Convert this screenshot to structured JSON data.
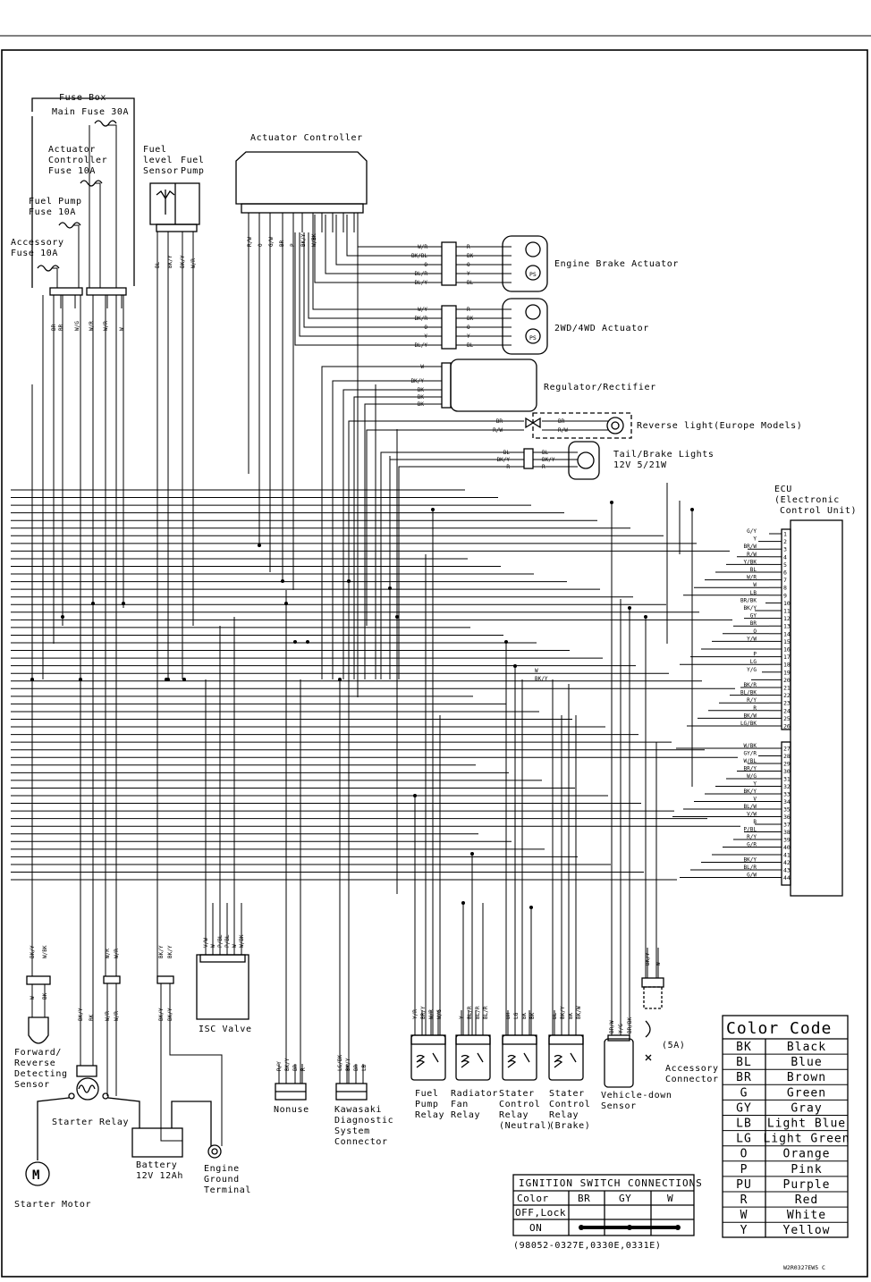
{
  "labels": {
    "fuse_box": "Fuse Box",
    "main_fuse": "Main Fuse 30A",
    "actuator_fuse": [
      "Actuator",
      "Controller",
      "Fuse 10A"
    ],
    "fuel_pump_fuse": [
      "Fuel Pump",
      "Fuse 10A"
    ],
    "accessory_fuse": [
      "Accessory",
      "Fuse 10A"
    ],
    "fuel_level": [
      "Fuel",
      "level",
      "Sensor"
    ],
    "fuel_pump": [
      "Fuel",
      "Pump"
    ],
    "actuator_controller": "Actuator Controller",
    "engine_brake": "Engine Brake Actuator",
    "wd_actuator": "2WD/4WD Actuator",
    "regulator": "Regulator/Rectifier",
    "reverse_light": "Reverse light(Europe Models)",
    "tail_brake": [
      "Tail/Brake Lights",
      "12V 5/21W"
    ],
    "ecu": [
      "ECU",
      "(Electronic",
      "Control Unit)"
    ],
    "forward_reverse": [
      "Forward/",
      "Reverse",
      "Detecting",
      "Sensor"
    ],
    "starter_relay": "Starter Relay",
    "starter_motor": "Starter Motor",
    "battery": [
      "Battery",
      "12V 12Ah"
    ],
    "engine_ground": [
      "Engine",
      "Ground",
      "Terminal"
    ],
    "isc_valve": "ISC Valve",
    "nonuse": "Nonuse",
    "kawasaki_diag": [
      "Kawasaki",
      "Diagnostic",
      "System",
      "Connector"
    ],
    "fuel_pump_relay": [
      "Fuel",
      "Pump",
      "Relay"
    ],
    "radiator_fan_relay": [
      "Radiator",
      "Fan",
      "Relay"
    ],
    "stater_neutral": [
      "Stater",
      "Control",
      "Relay",
      "(Neutral)"
    ],
    "stater_brake": [
      "Stater",
      "Control",
      "Relay",
      "(Brake)"
    ],
    "vehicle_down": [
      "Vehicle-down",
      "Sensor"
    ],
    "accessory_conn": [
      "Accessory",
      "Connector"
    ],
    "fuse_5a": "(5A)",
    "motor_symbol": "M",
    "ps": "PS",
    "part_numbers": "(98052-0327E,0330E,0331E)",
    "doc_code": "W2R0327EW5  C"
  },
  "ecu_pins": [
    {
      "n": "1",
      "c": "G/Y"
    },
    {
      "n": "2",
      "c": "Y"
    },
    {
      "n": "3",
      "c": "BR/W"
    },
    {
      "n": "4",
      "c": "R/W"
    },
    {
      "n": "5",
      "c": "Y/BK"
    },
    {
      "n": "6",
      "c": "BL"
    },
    {
      "n": "7",
      "c": "W/R"
    },
    {
      "n": "8",
      "c": "W"
    },
    {
      "n": "9",
      "c": "LB"
    },
    {
      "n": "10",
      "c": "BR/BK"
    },
    {
      "n": "11",
      "c": "BK/Y"
    },
    {
      "n": "12",
      "c": "GY"
    },
    {
      "n": "13",
      "c": "BR"
    },
    {
      "n": "14",
      "c": "O"
    },
    {
      "n": "15",
      "c": "Y/W"
    },
    {
      "n": "16",
      "c": ""
    },
    {
      "n": "17",
      "c": "P"
    },
    {
      "n": "18",
      "c": "LG"
    },
    {
      "n": "19",
      "c": "Y/G"
    },
    {
      "n": "20",
      "c": ""
    },
    {
      "n": "21",
      "c": "BK/R"
    },
    {
      "n": "22",
      "c": "BL/BK"
    },
    {
      "n": "23",
      "c": "R/Y"
    },
    {
      "n": "24",
      "c": "R"
    },
    {
      "n": "25",
      "c": "BK/W"
    },
    {
      "n": "26",
      "c": "LG/BK"
    },
    {
      "n": "27",
      "c": "W/BK"
    },
    {
      "n": "28",
      "c": "GY/R"
    },
    {
      "n": "29",
      "c": "W/BL"
    },
    {
      "n": "30",
      "c": "BR/Y"
    },
    {
      "n": "31",
      "c": "W/G"
    },
    {
      "n": "32",
      "c": "Y"
    },
    {
      "n": "33",
      "c": "BK/Y"
    },
    {
      "n": "34",
      "c": "V"
    },
    {
      "n": "35",
      "c": "BL/W"
    },
    {
      "n": "36",
      "c": "V/W"
    },
    {
      "n": "37",
      "c": "B"
    },
    {
      "n": "38",
      "c": "P/BL"
    },
    {
      "n": "39",
      "c": "R/Y"
    },
    {
      "n": "40",
      "c": "G/R"
    },
    {
      "n": "41",
      "c": ""
    },
    {
      "n": "42",
      "c": "BK/Y"
    },
    {
      "n": "43",
      "c": "BL/R"
    },
    {
      "n": "44",
      "c": "G/W"
    }
  ],
  "color_code": {
    "title": "Color Code",
    "rows": [
      {
        "code": "BK",
        "name": "Black"
      },
      {
        "code": "BL",
        "name": "Blue"
      },
      {
        "code": "BR",
        "name": "Brown"
      },
      {
        "code": "G",
        "name": "Green"
      },
      {
        "code": "GY",
        "name": "Gray"
      },
      {
        "code": "LB",
        "name": "Light Blue"
      },
      {
        "code": "LG",
        "name": "Light Green"
      },
      {
        "code": "O",
        "name": "Orange"
      },
      {
        "code": "P",
        "name": "Pink"
      },
      {
        "code": "PU",
        "name": "Purple"
      },
      {
        "code": "R",
        "name": "Red"
      },
      {
        "code": "W",
        "name": "White"
      },
      {
        "code": "Y",
        "name": "Yellow"
      }
    ]
  },
  "ignition": {
    "title": "IGNITION SWITCH CONNECTIONS",
    "headers": [
      "Color",
      "BR",
      "GY",
      "W"
    ],
    "rows": [
      "OFF,Lock",
      "ON"
    ]
  },
  "wire_labels": {
    "actuator_out": [
      "R/W",
      "O",
      "G/W",
      "BR",
      "P",
      "BK/Y",
      "W/BK"
    ],
    "eb_left": [
      "W/R",
      "BK/BL",
      "O",
      "BL/R",
      "BL/Y"
    ],
    "eb_right": [
      "R",
      "BK",
      "O",
      "Y",
      "BL"
    ],
    "wd_left": [
      "W/Y",
      "BK/R",
      "O",
      "Y",
      "BL/Y"
    ],
    "wd_right": [
      "R",
      "BK",
      "O",
      "Y",
      "BL"
    ],
    "reg": [
      "W",
      "BK/Y",
      "BK",
      "BK",
      "BK"
    ],
    "rev_left": [
      "BR",
      "R/W"
    ],
    "rev_right": [
      "BR",
      "R/W"
    ],
    "tail_left": [
      "BL",
      "BK/Y",
      "R"
    ],
    "tail_right": [
      "BL",
      "BK/Y",
      "R"
    ],
    "fuse_out": [
      "BR",
      "BR",
      "W/G",
      "W/R",
      "W/R",
      "W"
    ],
    "fuel_out": [
      "BL",
      "BK/Y",
      "BK/Y",
      "W/R"
    ],
    "wbk": [
      "W",
      "BK/Y"
    ],
    "fr_top": [
      "BK/Y",
      "W/BK"
    ],
    "fr_bottom": [
      "W",
      "BK"
    ],
    "sr_top": [
      "W/R",
      "W/R"
    ],
    "sr_bottom": [
      "BK/Y",
      "BK"
    ],
    "sr2_bottom": [
      "W/R",
      "W/R"
    ],
    "gnd_top": [
      "BK/Y",
      "BK/Y"
    ],
    "gnd_bottom": [
      "BK/Y",
      "BK/Y"
    ],
    "isc": [
      "V/W",
      "W",
      "P/BL",
      "P/BL",
      "W",
      "W/BK"
    ],
    "nonuse": [
      "R/Y",
      "BK/Y",
      "BR",
      "R"
    ],
    "kds": [
      "LG/BK",
      "BK/Y",
      "BR",
      "LB"
    ],
    "fp_relay": [
      "Y/R",
      "BR/Y",
      "W/R",
      "W/G"
    ],
    "rf_relay": [
      "Y",
      "BL/R",
      "BL/R",
      "BL/R"
    ],
    "scn_relay": [
      "BR",
      "LG",
      "BK",
      "BK"
    ],
    "scb_relay": [
      "BL",
      "BK/Y",
      "BK",
      "BK/W"
    ],
    "vd": [
      "BR/W",
      "Y/G",
      "BR/BK"
    ],
    "acc": [
      "BK/Y",
      "W"
    ]
  }
}
